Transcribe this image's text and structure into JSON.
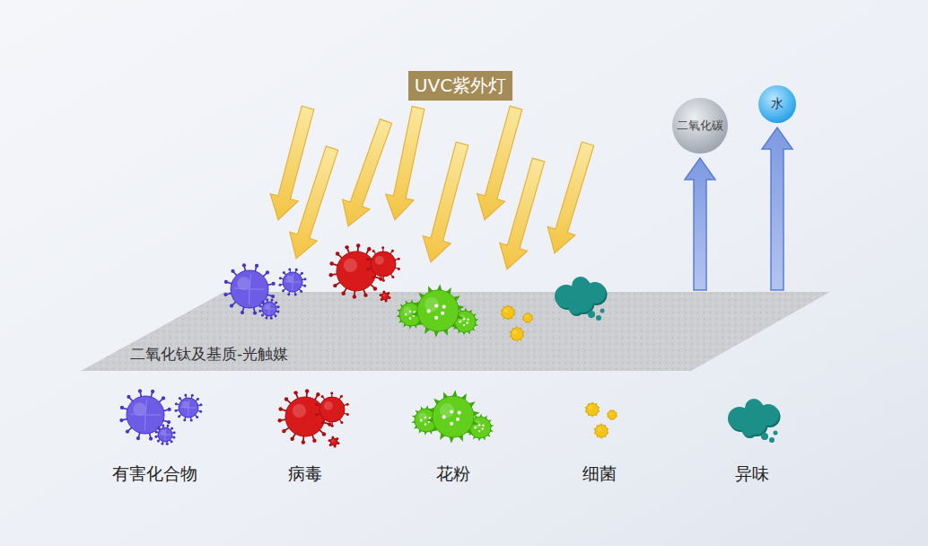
{
  "diagram": {
    "nodes": [
      {
        "text": [
          "UVC紫外灯"
        ]
      },
      {
        "text": [
          "二氧化碳"
        ]
      },
      {
        "text": [
          "水"
        ]
      },
      {
        "text": [
          "二氧化钛及基质-光触媒"
        ]
      }
    ],
    "edges": [
      {
        "from": 3,
        "to": 1,
        "arrow": "to"
      },
      {
        "from": 3,
        "to": 2,
        "arrow": "to"
      }
    ],
    "legend": [
      {
        "text": "有害化合物"
      },
      {
        "text": "病毒"
      },
      {
        "text": "花粉"
      },
      {
        "text": "细菌"
      },
      {
        "text": "异味"
      }
    ]
  }
}
